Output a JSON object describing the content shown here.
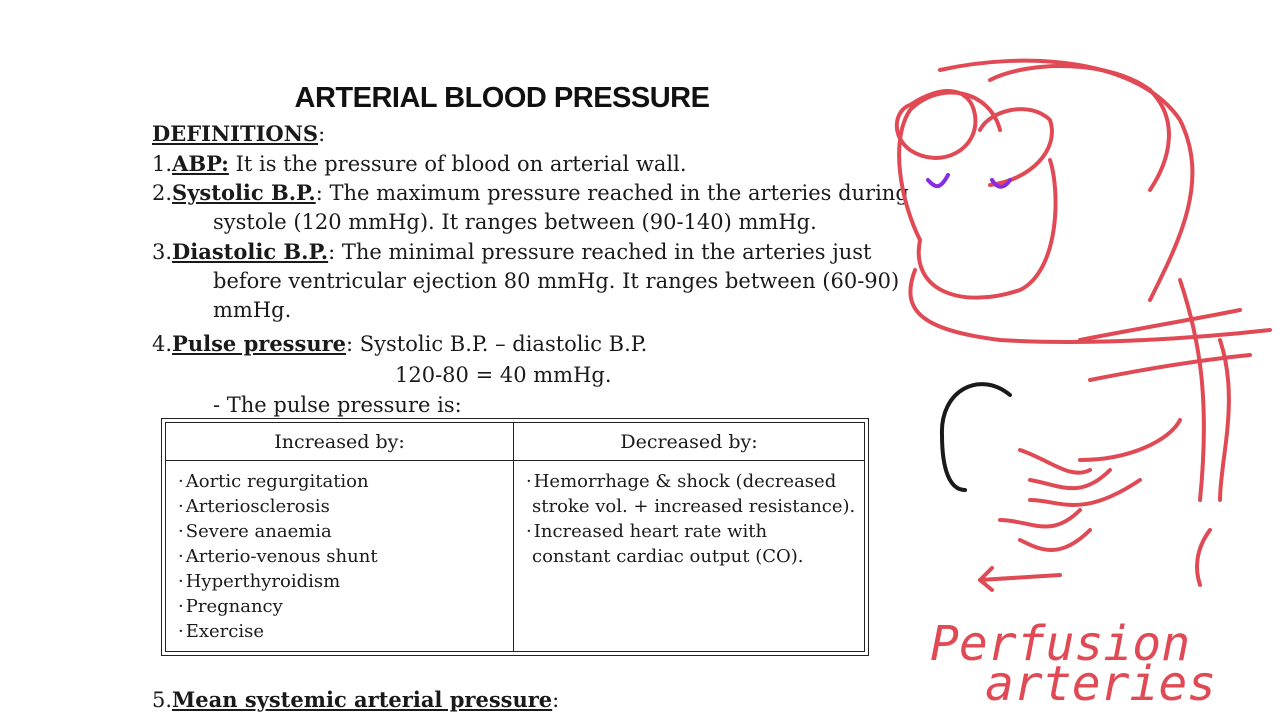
{
  "title": "ARTERIAL BLOOD PRESSURE",
  "definitions_heading": "DEFINITIONS",
  "colon": ":",
  "items": {
    "abp": {
      "num": "1.",
      "term": "ABP:",
      "text": " It is the pressure of blood on arterial wall."
    },
    "systolic": {
      "num": "2.",
      "term": "Systolic B.P.",
      "line1": ": The maximum pressure reached in the arteries during",
      "line2": "systole (120 mmHg). It ranges between (90-140) mmHg."
    },
    "diastolic": {
      "num": "3.",
      "term": "Diastolic B.P.",
      "line1": ": The minimal pressure reached in the arteries just",
      "line2": "before ventricular ejection 80 mmHg. It ranges between (60-90)",
      "line3": "mmHg."
    },
    "pulse": {
      "num": "4.",
      "term": "Pulse pressure",
      "text": ": Systolic B.P. – diastolic B.P.",
      "formula": "120-80 = 40 mmHg.",
      "note": "- The pulse pressure is:"
    },
    "mean": {
      "num": "5.",
      "term": "Mean systemic arterial pressure",
      "text": ":"
    }
  },
  "table": {
    "headers": [
      "Increased by:",
      "Decreased by:"
    ],
    "increased": [
      "Aortic regurgitation",
      "Arteriosclerosis",
      "Severe anaemia",
      "Arterio-venous shunt",
      "Hyperthyroidism",
      "Pregnancy",
      "Exercise"
    ],
    "decreased": [
      "Hemorrhage & shock (decreased",
      "stroke vol. + increased resistance).",
      "Increased heart rate with",
      "constant cardiac output (CO)."
    ]
  },
  "sketch": {
    "line1": "Perfusion",
    "line2": "arteries",
    "ink_color": "#e04a55",
    "accent_color": "#8a2be2",
    "pen_color": "#1a1a1a"
  }
}
